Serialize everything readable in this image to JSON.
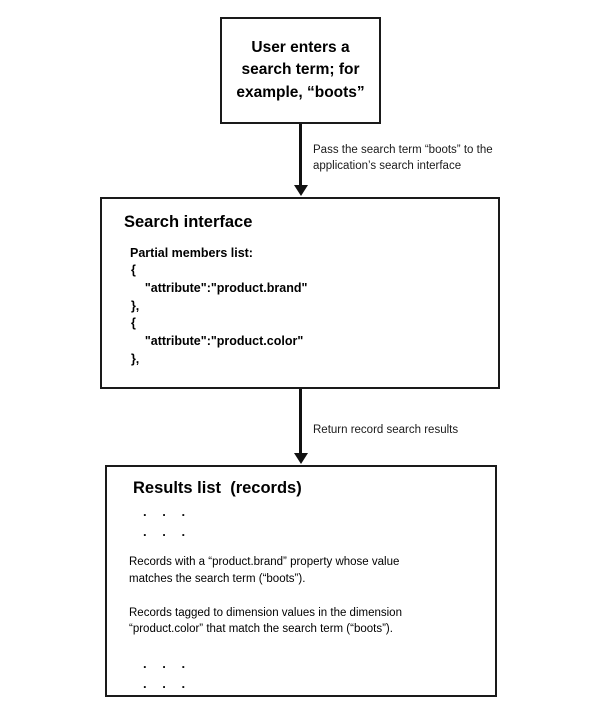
{
  "diagram": {
    "title": "Search flow: user search term to results list",
    "nodes": {
      "user_input": {
        "text": "User enters a\nsearch term; for\nexample, “boots”"
      },
      "search_interface": {
        "heading": "Search interface",
        "sublabel": "Partial members list:",
        "code_lines": [
          "  {",
          "      \"attribute\":\"product.brand\"",
          "  },",
          "  {",
          "      \"attribute\":\"product.color\"",
          "  },"
        ]
      },
      "results_list": {
        "heading": "Results list  (records)",
        "dots_top": [
          ". . .",
          ". . ."
        ],
        "paragraph_1": "Records with a “product.brand” property whose value\nmatches the search term (“boots”).",
        "paragraph_2": "Records tagged to dimension values in the dimension\n“product.color” that match the search term (“boots”).",
        "dots_bottom": [
          ". . .",
          ". . ."
        ]
      }
    },
    "edges": [
      {
        "label": "Pass the search term “boots” to the\napplication’s search interface"
      },
      {
        "label": "Return record search results"
      }
    ],
    "colors": {
      "stroke": "#1a1a1a",
      "background": "#ffffff",
      "text": "#000000"
    }
  }
}
